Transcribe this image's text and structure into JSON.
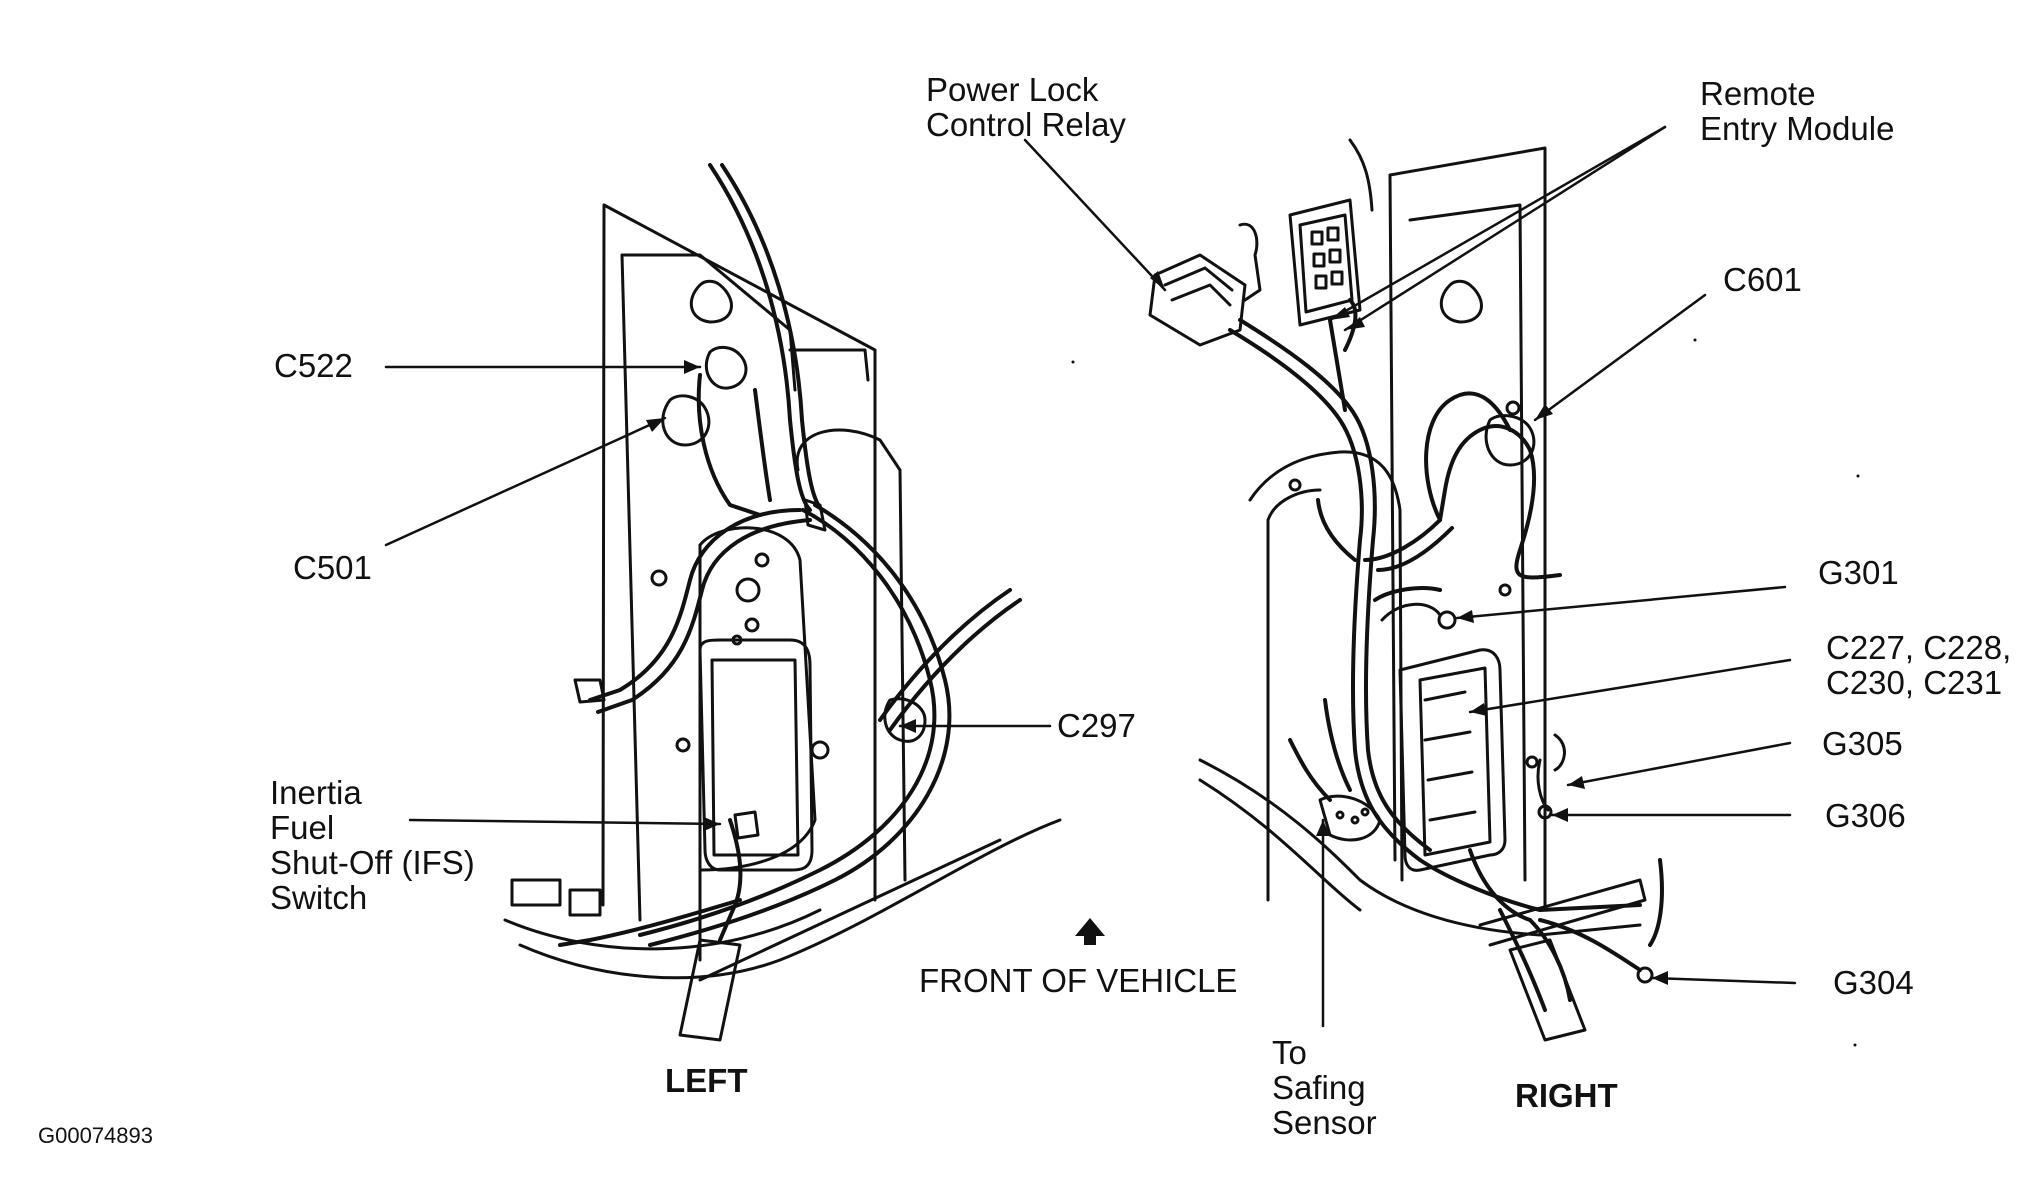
{
  "labels": {
    "power_lock_relay": [
      "Power Lock",
      "Control Relay"
    ],
    "remote_entry_module": [
      "Remote",
      "Entry Module"
    ],
    "c522": "C522",
    "c501": "C501",
    "c601": "C601",
    "c297": "C297",
    "g301": "G301",
    "c227_group": [
      "C227, C228,",
      "C230, C231"
    ],
    "g305": "G305",
    "g306": "G306",
    "g304": "G304",
    "ifs_switch": [
      "Inertia",
      "Fuel",
      "Shut-Off (IFS)",
      "Switch"
    ],
    "front_of_vehicle": "FRONT OF VEHICLE",
    "left": "LEFT",
    "right": "RIGHT",
    "safing_sensor": [
      "To",
      "Safing",
      "Sensor"
    ],
    "figure_id": "G00074893"
  },
  "colors": {
    "ink": "#111111",
    "background": "#ffffff"
  }
}
